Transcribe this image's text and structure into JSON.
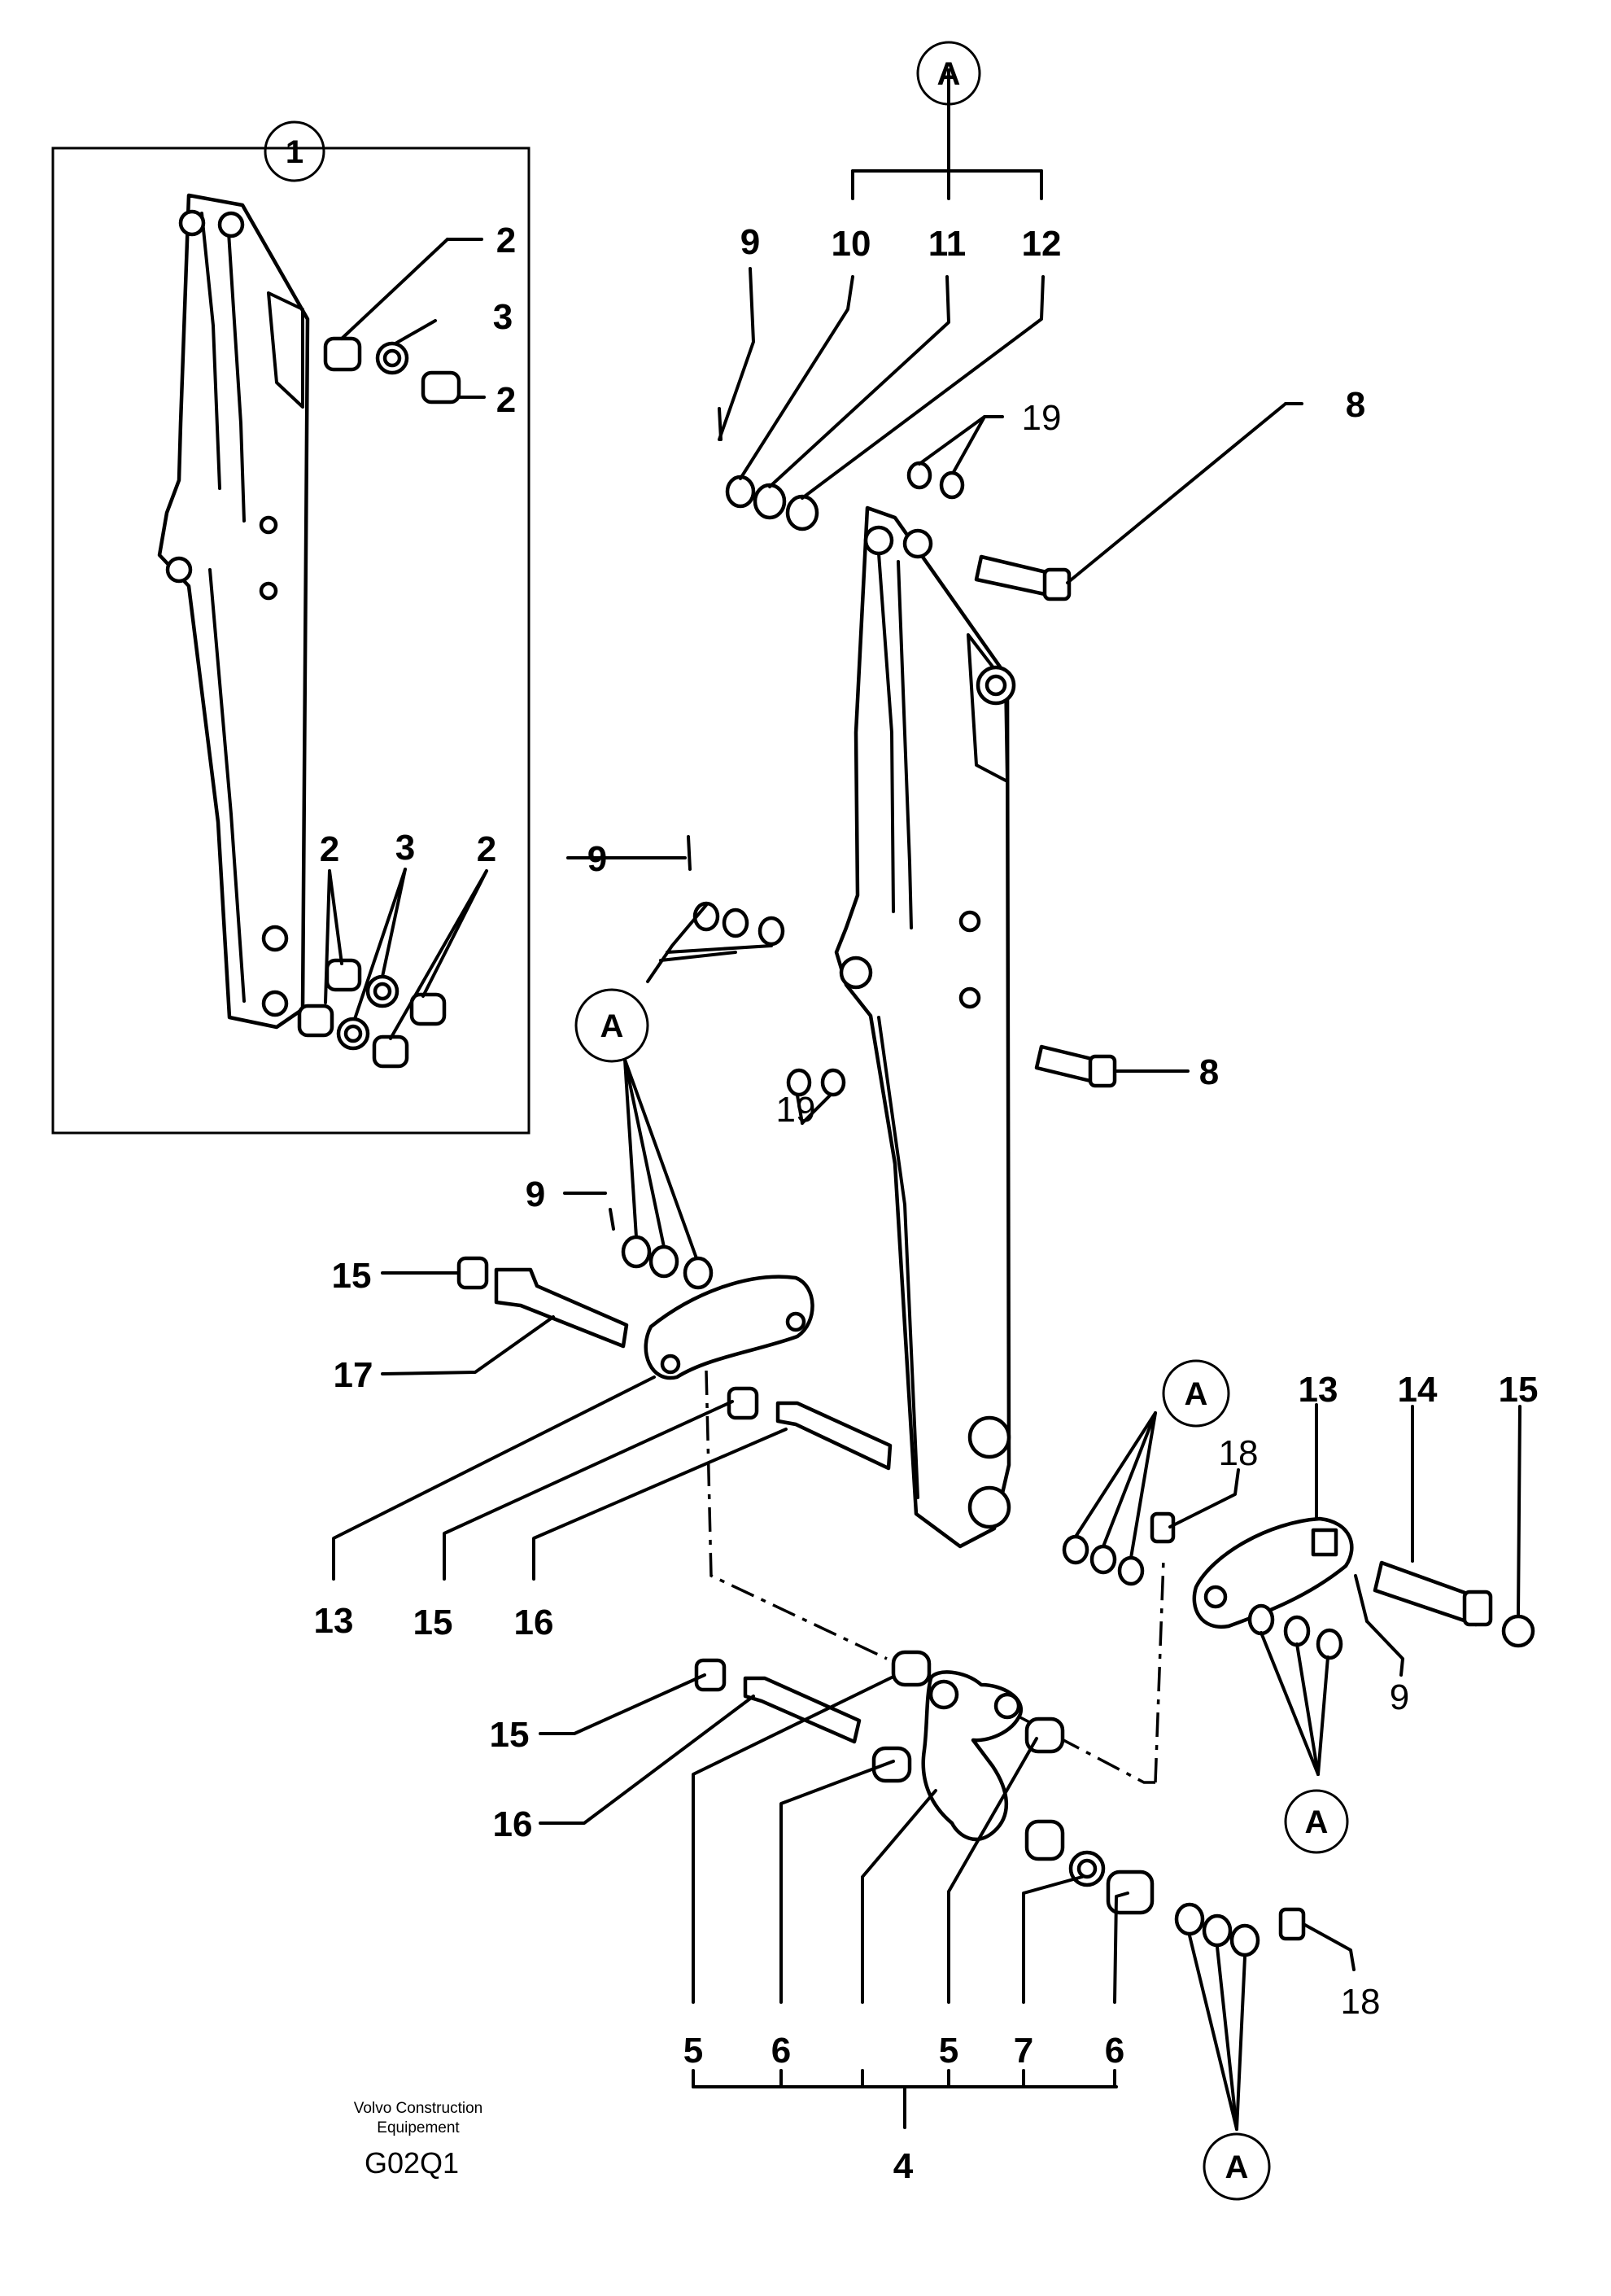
{
  "ref_circles": {
    "box_ref": "1",
    "a_top": "A",
    "a_mid": "A",
    "a_right": "A",
    "a_right_lower": "A",
    "a_bottom": "A"
  },
  "callouts": {
    "box_2a": "2",
    "box_3a": "3",
    "box_2b": "2",
    "box_2c": "2",
    "box_3b": "3",
    "box_2d": "2",
    "n9_top": "9",
    "n10": "10",
    "n11": "11",
    "n12": "12",
    "n19_top": "19",
    "n8_top": "8",
    "n8_mid": "8",
    "n9_mid": "9",
    "n19_mid": "19",
    "n9_lower": "9",
    "n15_left": "15",
    "n17": "17",
    "n13_left": "13",
    "n15_center": "15",
    "n16_center": "16",
    "n13_right": "13",
    "n14": "14",
    "n15_right": "15",
    "n18_top": "18",
    "n9_right": "9",
    "n15_bottom": "15",
    "n16_bottom": "16",
    "n5a": "5",
    "n6a": "6",
    "n5b": "5",
    "n7": "7",
    "n6b": "6",
    "n18_bottom": "18",
    "n4": "4"
  },
  "footer": {
    "line1": "Volvo Construction",
    "line2": "Equipement",
    "code": "G02Q1"
  }
}
